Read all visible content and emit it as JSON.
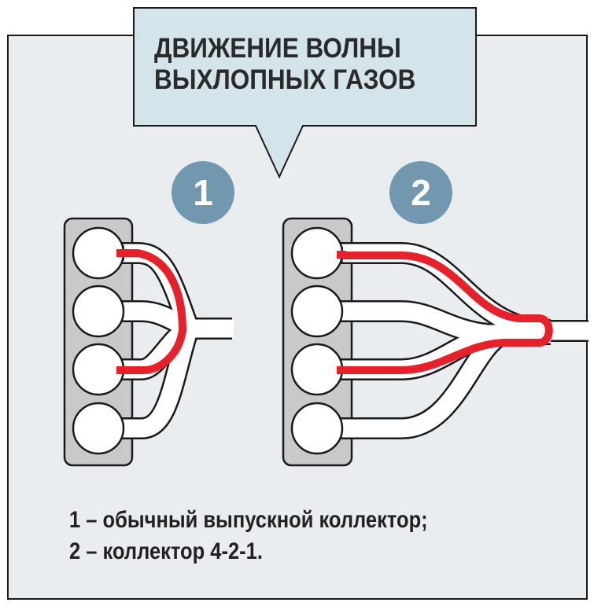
{
  "title": {
    "line1": "ДВИЖЕНИЕ ВОЛНЫ",
    "line2": "ВЫХЛОПНЫХ ГАЗОВ"
  },
  "diagram1": {
    "badge": "1"
  },
  "diagram2": {
    "badge": "2"
  },
  "legend": {
    "item1": "1 – обычный выпускной коллектор;",
    "item2": "2 – коллектор 4-2-1."
  },
  "colors": {
    "background": "#e9edf0",
    "callout": "#d4e4eb",
    "badge": "#7198ae",
    "flow": "#e8202a",
    "block": "#c9c9cb"
  }
}
